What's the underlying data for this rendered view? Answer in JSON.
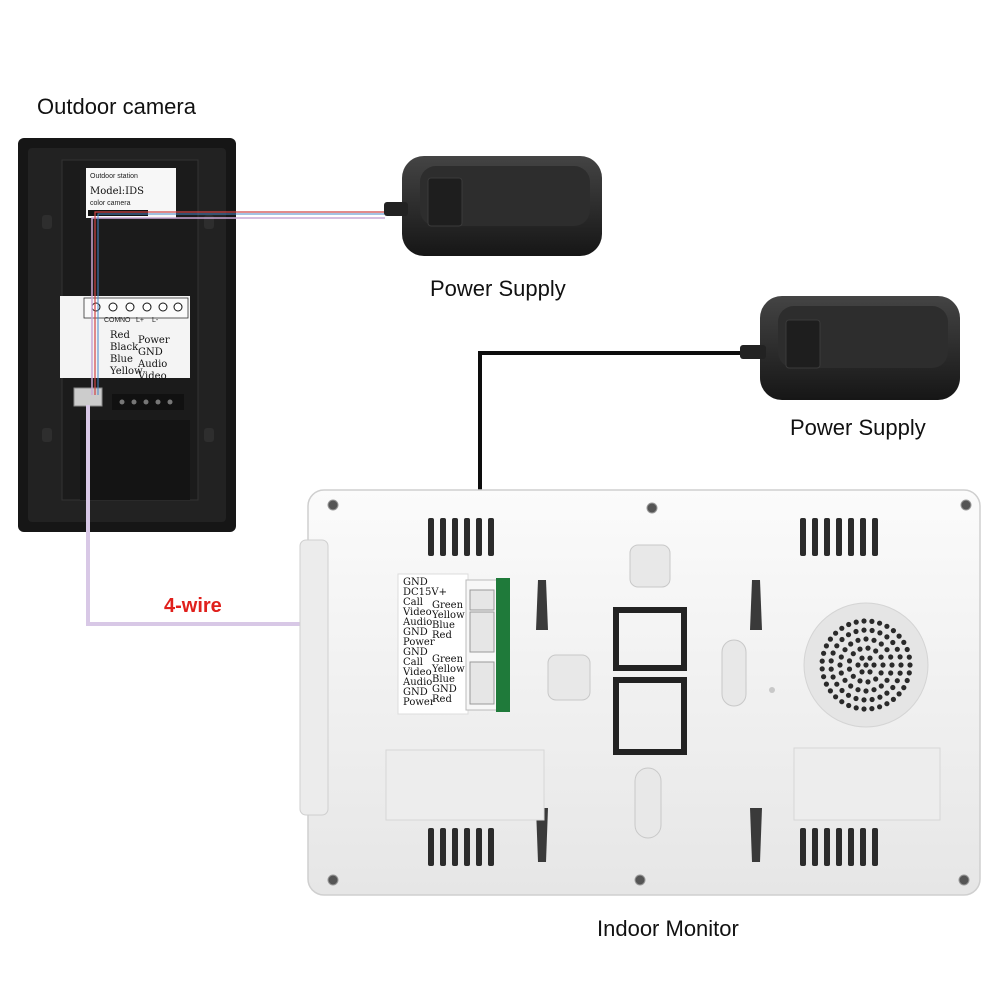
{
  "captions": {
    "outdoor_camera": "Outdoor camera",
    "power_supply_1": "Power Supply",
    "power_supply_2": "Power Supply",
    "indoor_monitor": "Indoor Monitor",
    "wire": "4-wire"
  },
  "outdoor_label": {
    "line1": "Outdoor station",
    "line2": "Model:IDS",
    "line3": "color camera"
  },
  "camera_terminals": [
    "Power",
    "GND",
    "Audio",
    "Video"
  ],
  "camera_wire_colors": [
    "Red",
    "Black",
    "Blue",
    "Yellow"
  ],
  "camera_top_terminals": [
    "COM",
    "NO",
    "L+",
    "L-"
  ],
  "monitor_terminals_left": [
    "GND",
    "DC15V+",
    "Call",
    "Video",
    "Audio",
    "GND",
    "Power",
    "GND",
    "Call",
    "Video",
    "Audio",
    "GND",
    "Power"
  ],
  "monitor_terminals_right": [
    "Green",
    "Yellow",
    "Blue",
    "Red",
    "Green",
    "Yellow",
    "Blue",
    "GND",
    "Red"
  ],
  "colors": {
    "wire_label": "#e0201c",
    "camera_body": "#1a1a1a",
    "monitor_body": "#f2f2f2",
    "adapter": "#2a2a2a",
    "terminal_green": "#1f7a3a"
  },
  "icons": [
    "power-adapter-icon",
    "speaker-grille-icon",
    "screw-icon"
  ]
}
